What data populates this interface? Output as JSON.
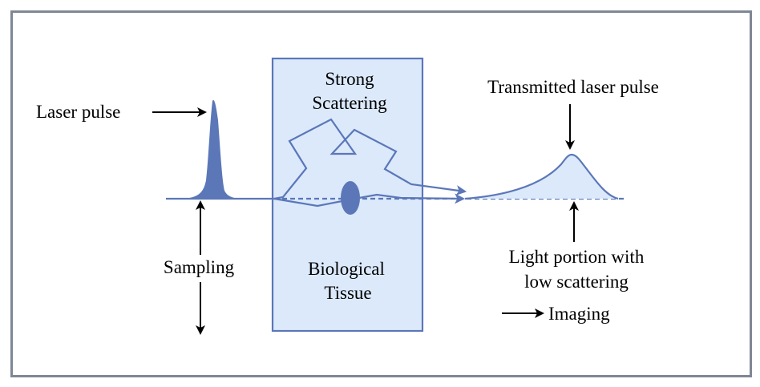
{
  "diagram": {
    "colors": {
      "frame": "#7f8794",
      "accent": "#5b77b8",
      "tissue_fill": "#dbe9fb",
      "pulse_fill": "#5b77b8",
      "transmitted_fill": "#dbe9fb",
      "arrow": "#000000"
    },
    "labels": {
      "laser_pulse": "Laser pulse",
      "sampling": "Sampling",
      "strong_scattering_line1": "Strong",
      "strong_scattering_line2": "Scattering",
      "biological_tissue_line1": "Biological",
      "biological_tissue_line2": "Tissue",
      "transmitted_pulse": "Transmitted laser pulse",
      "low_scattering_line1": "Light portion with",
      "low_scattering_line2": "low scattering",
      "imaging": "Imaging"
    },
    "nodes": [
      {
        "id": "laser-pulse",
        "label": "Laser pulse",
        "shape": "narrow-peak"
      },
      {
        "id": "tissue",
        "label": "Biological Tissue",
        "shape": "rectangle"
      },
      {
        "id": "scatterer",
        "label": "",
        "shape": "ellipse"
      },
      {
        "id": "transmitted-pulse",
        "label": "Transmitted laser pulse",
        "shape": "broad-skewed-peak"
      }
    ],
    "edges": [
      {
        "from": "laser-pulse",
        "to": "transmitted-pulse",
        "style": "dashed",
        "meaning": "ballistic/low-scattering path"
      },
      {
        "from": "laser-pulse",
        "to": "transmitted-pulse",
        "style": "solid-zigzag",
        "meaning": "strong scattering path"
      },
      {
        "from": "laser-pulse",
        "to": "transmitted-pulse",
        "style": "solid",
        "meaning": "weak scattering path via scatterer"
      }
    ]
  }
}
